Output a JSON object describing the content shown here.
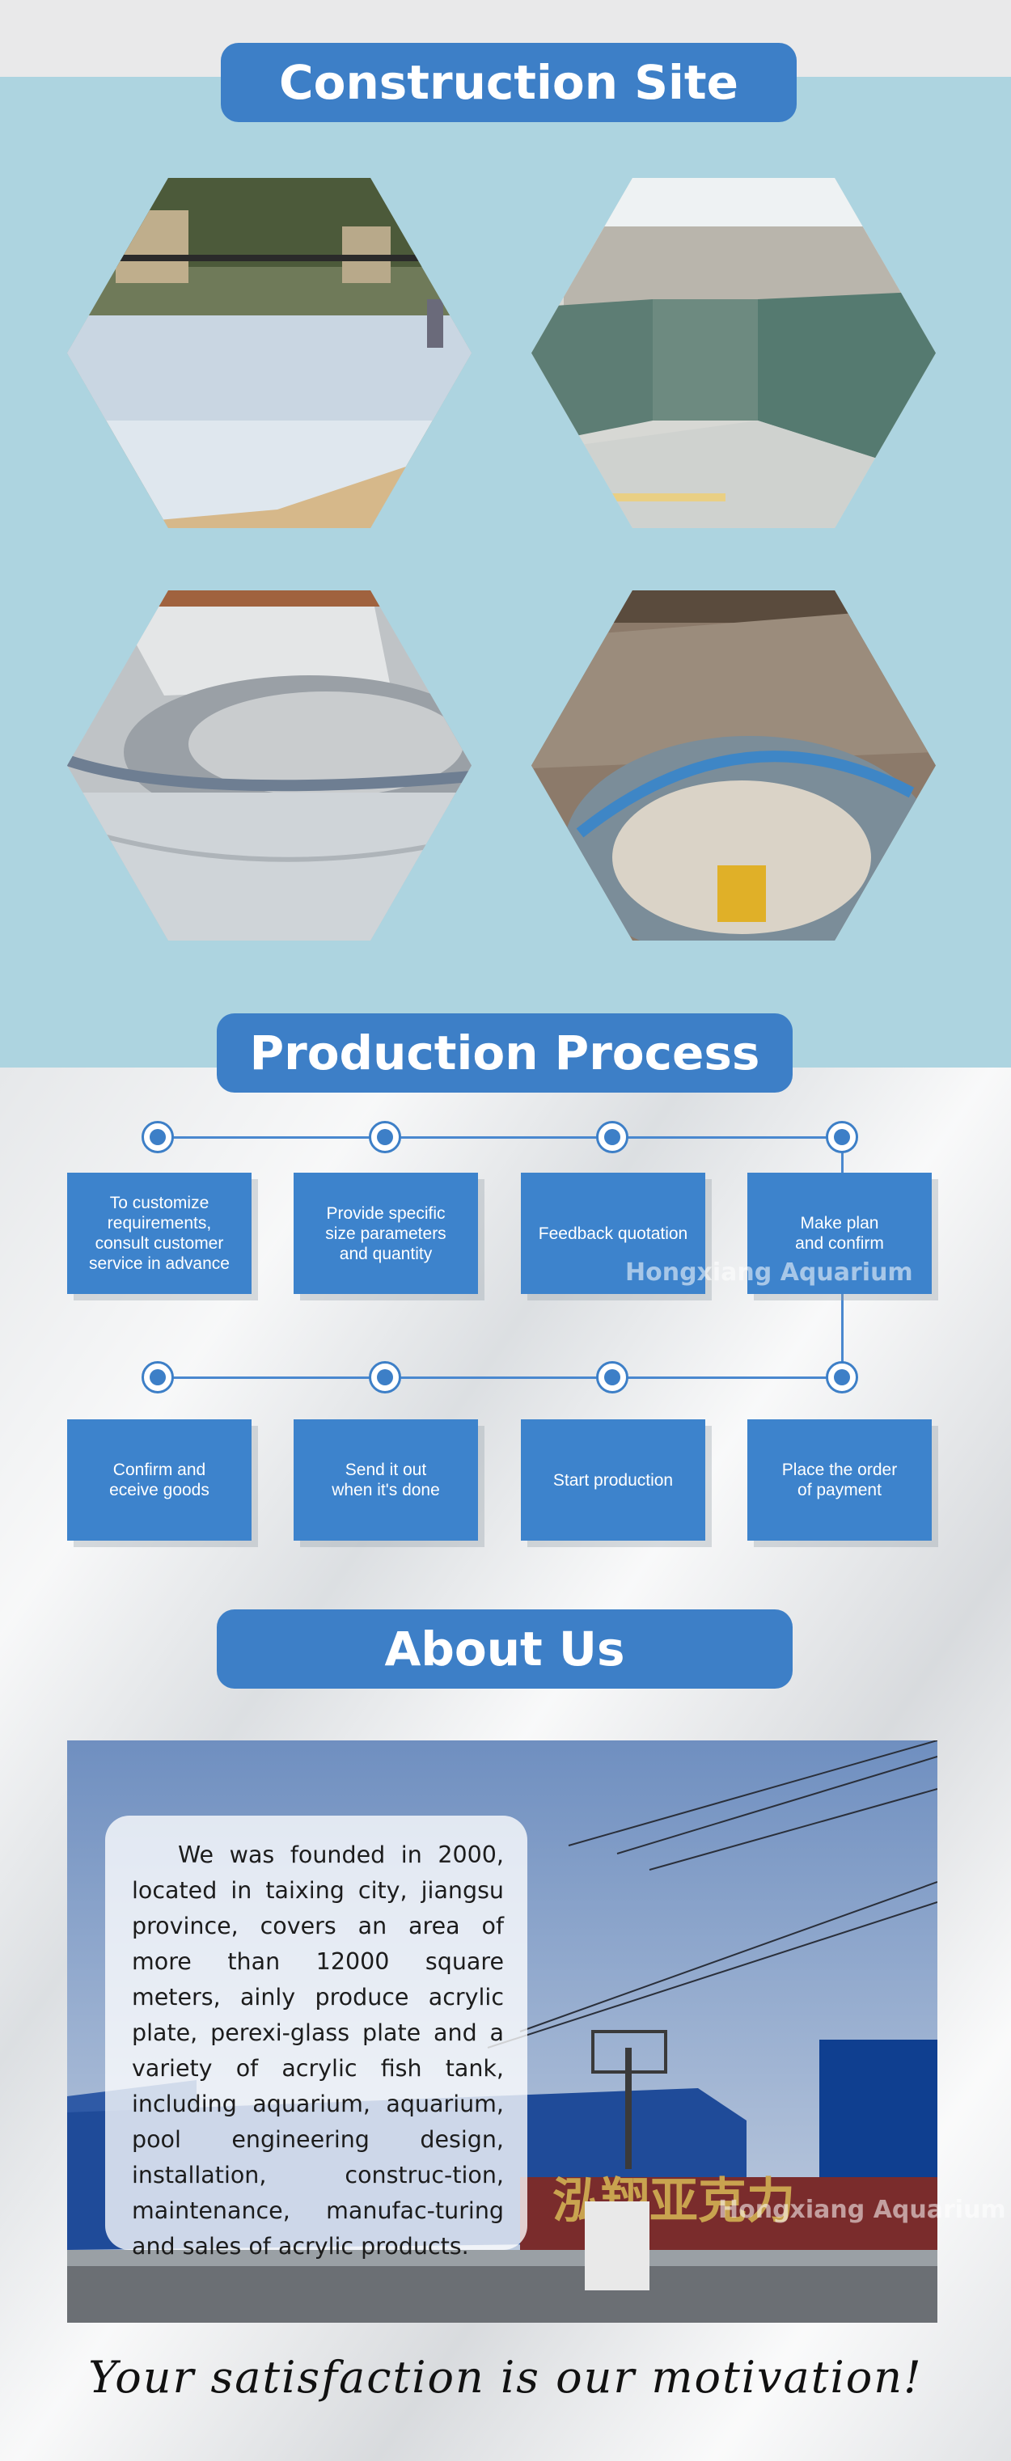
{
  "sections": {
    "site_title": "Construction Site",
    "process_title": "Production Process",
    "about_title": "About Us"
  },
  "process": {
    "steps_row1": [
      "To customize\nrequirements,\nconsult customer\nservice in advance",
      "Provide specific\nsize parameters\nand quantity",
      "Feedback quotation",
      "Make plan\nand confirm"
    ],
    "steps_row2": [
      "Confirm and\neceive goods",
      "Send it out\nwhen it's done",
      "Start production",
      "Place the order\nof payment"
    ],
    "watermark": "Hongxiang Aquarium"
  },
  "about": {
    "text": "We was founded in 2000, located in taixing city, jiangsu province, covers an area of more than 12000 square meters, ainly produce acrylic plate, perexi-glass plate and a variety of acrylic fish tank, including aquarium, aquarium, pool engineering design, installation, construc-tion, maintenance, manufac-turing and sales of acrylic products.",
    "photo_watermark": "Hongxiang Aquarium",
    "sign_text": "泓翔亚克力"
  },
  "slogan": "Your satisfaction is our motivation!",
  "colors": {
    "accent": "#3d7fc7",
    "site_bg": "#add4e0"
  }
}
